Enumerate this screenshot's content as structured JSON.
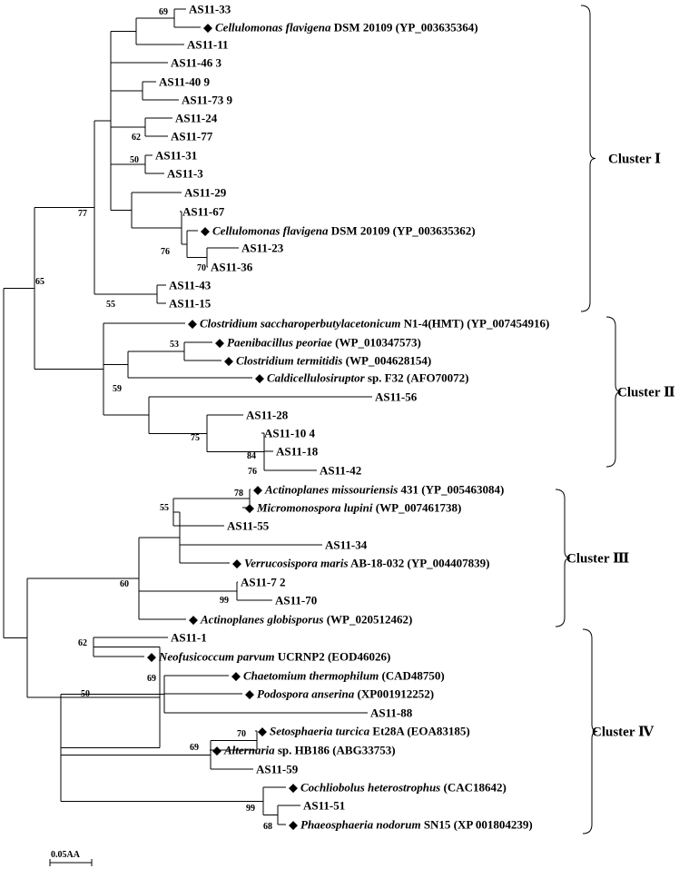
{
  "leaves": [
    {
      "id": "AS11-33",
      "parts": [
        {
          "t": "AS11-33"
        }
      ]
    },
    {
      "id": "CF1",
      "marker": true,
      "parts": [
        {
          "t": "Cellulomonas flavigena",
          "i": true
        },
        {
          "t": " DSM 20109 (YP_003635364)"
        }
      ]
    },
    {
      "id": "AS11-11",
      "parts": [
        {
          "t": "AS11-11"
        }
      ]
    },
    {
      "id": "AS11-46",
      "parts": [
        {
          "t": "AS11-46 3"
        }
      ]
    },
    {
      "id": "AS11-40",
      "parts": [
        {
          "t": "AS11-40 9"
        }
      ]
    },
    {
      "id": "AS11-73",
      "parts": [
        {
          "t": "AS11-73 9"
        }
      ]
    },
    {
      "id": "AS11-24",
      "parts": [
        {
          "t": "AS11-24"
        }
      ]
    },
    {
      "id": "AS11-77",
      "parts": [
        {
          "t": "AS11-77"
        }
      ]
    },
    {
      "id": "AS11-31",
      "parts": [
        {
          "t": "AS11-31"
        }
      ]
    },
    {
      "id": "AS11-3",
      "parts": [
        {
          "t": "AS11-3"
        }
      ]
    },
    {
      "id": "AS11-29",
      "parts": [
        {
          "t": "AS11-29"
        }
      ]
    },
    {
      "id": "AS11-67",
      "parts": [
        {
          "t": "AS11-67"
        }
      ]
    },
    {
      "id": "CF2",
      "marker": true,
      "parts": [
        {
          "t": "Cellulomonas flavigena",
          "i": true
        },
        {
          "t": " DSM 20109 (YP_003635362)"
        }
      ]
    },
    {
      "id": "AS11-23",
      "parts": [
        {
          "t": "AS11-23"
        }
      ]
    },
    {
      "id": "AS11-36",
      "parts": [
        {
          "t": "AS11-36"
        }
      ]
    },
    {
      "id": "AS11-43",
      "parts": [
        {
          "t": "AS11-43"
        }
      ]
    },
    {
      "id": "AS11-15",
      "parts": [
        {
          "t": "AS11-15"
        }
      ]
    },
    {
      "id": "CS",
      "marker": true,
      "parts": [
        {
          "t": "Clostridium saccharoperbutylacetonicum",
          "i": true
        },
        {
          "t": " N1-4(HMT) (YP_007454916)"
        }
      ]
    },
    {
      "id": "PP",
      "marker": true,
      "parts": [
        {
          "t": "Paenibacillus peoriae",
          "i": true
        },
        {
          "t": " (WP_010347573)"
        }
      ]
    },
    {
      "id": "CT",
      "marker": true,
      "parts": [
        {
          "t": "Clostridium termitidis",
          "i": true
        },
        {
          "t": " (WP_004628154)"
        }
      ]
    },
    {
      "id": "CA",
      "marker": true,
      "parts": [
        {
          "t": "Caldicellulosiruptor",
          "i": true
        },
        {
          "t": " sp. F32 (AFO70072)"
        }
      ]
    },
    {
      "id": "AS11-56",
      "parts": [
        {
          "t": "AS11-56"
        }
      ]
    },
    {
      "id": "AS11-28",
      "parts": [
        {
          "t": "AS11-28"
        }
      ]
    },
    {
      "id": "AS11-10",
      "parts": [
        {
          "t": "AS11-10 4"
        }
      ]
    },
    {
      "id": "AS11-18",
      "parts": [
        {
          "t": "AS11-18"
        }
      ]
    },
    {
      "id": "AS11-42",
      "parts": [
        {
          "t": "AS11-42"
        }
      ]
    },
    {
      "id": "AM",
      "marker": true,
      "parts": [
        {
          "t": "Actinoplanes missouriensis",
          "i": true
        },
        {
          "t": " 431 (YP_005463084)"
        }
      ]
    },
    {
      "id": "ML",
      "marker": true,
      "parts": [
        {
          "t": "Micromonospora lupini",
          "i": true
        },
        {
          "t": " (WP_007461738)"
        }
      ]
    },
    {
      "id": "AS11-55",
      "parts": [
        {
          "t": "AS11-55"
        }
      ]
    },
    {
      "id": "AS11-34",
      "parts": [
        {
          "t": "AS11-34"
        }
      ]
    },
    {
      "id": "VM",
      "marker": true,
      "parts": [
        {
          "t": "Verrucosispora maris",
          "i": true
        },
        {
          "t": " AB-18-032 (YP_004407839)"
        }
      ]
    },
    {
      "id": "AS11-7",
      "parts": [
        {
          "t": "AS11-7 2"
        }
      ]
    },
    {
      "id": "AS11-70",
      "parts": [
        {
          "t": "AS11-70"
        }
      ]
    },
    {
      "id": "AG",
      "marker": true,
      "parts": [
        {
          "t": "Actinoplanes globisporus",
          "i": true
        },
        {
          "t": " (WP_020512462)"
        }
      ]
    },
    {
      "id": "AS11-1",
      "parts": [
        {
          "t": "AS11-1"
        }
      ]
    },
    {
      "id": "NP",
      "marker": true,
      "parts": [
        {
          "t": "Neofusicoccum parvum",
          "i": true
        },
        {
          "t": " UCRNP2 (EOD46026)"
        }
      ]
    },
    {
      "id": "CTh",
      "marker": true,
      "parts": [
        {
          "t": "Chaetomium thermophilum",
          "i": true
        },
        {
          "t": " (CAD48750)"
        }
      ]
    },
    {
      "id": "PA",
      "marker": true,
      "parts": [
        {
          "t": "Podospora anserina",
          "i": true
        },
        {
          "t": " (XP001912252)"
        }
      ]
    },
    {
      "id": "AS11-88",
      "parts": [
        {
          "t": "AS11-88"
        }
      ]
    },
    {
      "id": "ST",
      "marker": true,
      "parts": [
        {
          "t": "Setosphaeria turcica",
          "i": true
        },
        {
          "t": " Et28A (EOA83185)"
        }
      ]
    },
    {
      "id": "AL",
      "marker": true,
      "parts": [
        {
          "t": "Alternaria",
          "i": true
        },
        {
          "t": " sp. HB186 (ABG33753)"
        }
      ]
    },
    {
      "id": "AS11-59",
      "parts": [
        {
          "t": "AS11-59"
        }
      ]
    },
    {
      "id": "CH",
      "marker": true,
      "parts": [
        {
          "t": "Cochliobolus heterostrophus",
          "i": true
        },
        {
          "t": " (CAC18642)"
        }
      ]
    },
    {
      "id": "AS11-51",
      "parts": [
        {
          "t": "AS11-51"
        }
      ]
    },
    {
      "id": "PN",
      "marker": true,
      "parts": [
        {
          "t": "Phaeosphaeria nodorum",
          "i": true
        },
        {
          "t": " SN15 (XP 001804239)"
        }
      ]
    }
  ],
  "bootstrap": [
    "69",
    "62",
    "50",
    "77",
    "76",
    "70",
    "55",
    "65",
    "53",
    "59",
    "75",
    "84",
    "76",
    "78",
    "55",
    "99",
    "60",
    "62",
    "69",
    "50",
    "70",
    "69",
    "99",
    "68"
  ],
  "clusters": [
    {
      "label": "Cluster Ⅰ"
    },
    {
      "label": "Cluster Ⅱ"
    },
    {
      "label": "Cluster Ⅲ"
    },
    {
      "label": "Cluster Ⅳ"
    }
  ],
  "scale_bar": {
    "label": "0.05AA",
    "length": 0.05
  },
  "marker_symbol": "◆"
}
